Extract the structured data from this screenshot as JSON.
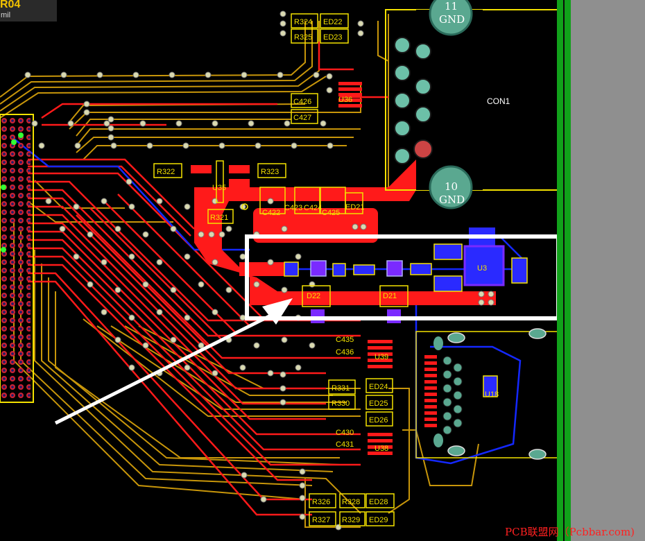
{
  "window": {
    "layer_title": "R04",
    "unit": "mil"
  },
  "watermark": "PCB联盟网（Pcbbar.com)",
  "components": {
    "connector": "CON1",
    "gnd_pad_top_num": "11",
    "gnd_pad_top_name": "GND",
    "gnd_pad_bottom_num": "10",
    "gnd_pad_bottom_name": "GND",
    "r324": "R324",
    "r325": "R325",
    "ed22": "ED22",
    "ed23": "ED23",
    "c426": "C426",
    "c427": "C427",
    "u36": "U36",
    "u35": "U35",
    "r322": "R322",
    "r323": "R323",
    "r321": "R321",
    "c422": "C422",
    "c423": "C423",
    "c424": "C424",
    "c425": "C425",
    "ed21": "ED21",
    "d22": "D22",
    "d21": "D21",
    "u3": "U3",
    "c435": "C435",
    "c436": "C436",
    "u39": "U39",
    "r331": "R331",
    "r330": "R330",
    "ed24": "ED24",
    "ed25": "ED25",
    "ed26": "ED26",
    "c430": "C430",
    "c431": "C431",
    "u38": "U38",
    "u18": "U18",
    "r326": "R326",
    "r327": "R327",
    "r328": "R328",
    "r329": "R329",
    "ed28": "ED28",
    "ed29": "ED29"
  },
  "colors": {
    "background": "#000000",
    "top_copper": "#ff1a1a",
    "bottom_trace": "#c8960a",
    "blue_trace": "#1428ff",
    "silkscreen": "#f4e200",
    "highlight": "#ffffff",
    "via": "#d9d9b0",
    "pad": "#d0d0d0",
    "board_edge": "#11a11a"
  }
}
